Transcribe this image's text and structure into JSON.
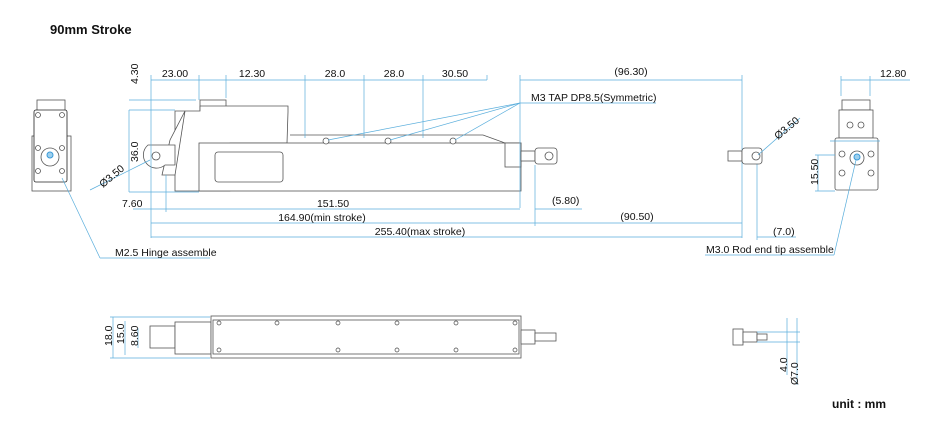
{
  "title": "90mm Stroke",
  "unit_label": "unit : mm",
  "colors": {
    "dimension": "#5aaedc",
    "outline": "#555555"
  },
  "side_view": {
    "dims_top": [
      "4.30",
      "23.00",
      "12.30",
      "28.0",
      "28.0",
      "30.50",
      "(96.30)"
    ],
    "dim_height": "36.0",
    "hinge_hole": "Ø3.50",
    "dims_bottom": {
      "offset": "7.60",
      "body": "151.50",
      "rod_offset": "(5.80)",
      "min_stroke": "164.90(min stroke)",
      "extension": "(90.50)",
      "max_stroke": "255.40(max stroke)",
      "tip": "(7.0)"
    },
    "tap_note": "M3 TAP DP8.5(Symmetric)",
    "rod_hole": "Ø3.50"
  },
  "left_view": {
    "label": "M2.5 Hinge assemble"
  },
  "right_view": {
    "width": "12.80",
    "height": "15.50",
    "label": "M3.0 Rod end tip assemble"
  },
  "bottom_view": {
    "dims": [
      "18.0",
      "15.0",
      "8.60"
    ],
    "rod_dims": [
      "4.0",
      "Ø7.0"
    ]
  }
}
